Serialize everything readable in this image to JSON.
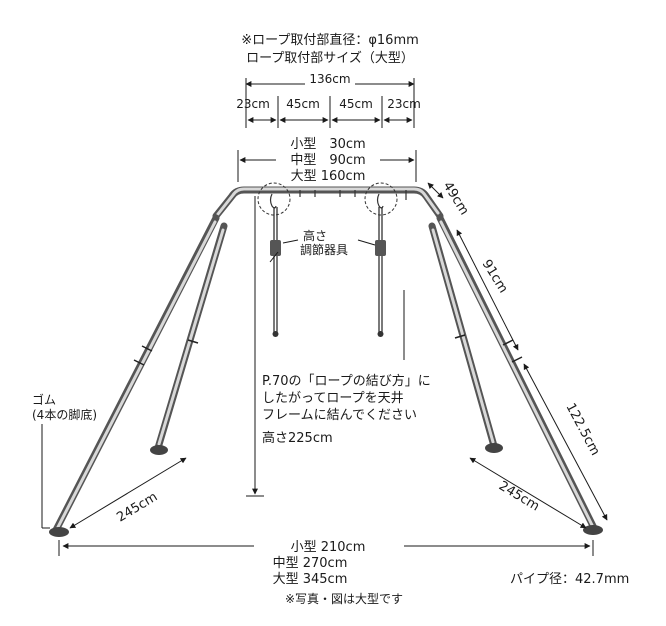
{
  "header": {
    "rope_diameter": "※ロープ取付部直径：φ16mm",
    "rope_size": "ロープ取付部サイズ（大型）"
  },
  "dimensions": {
    "total_attach_width": "136cm",
    "seg_outer_left": "23cm",
    "seg_inner_left": "45cm",
    "seg_inner_right": "45cm",
    "seg_outer_right": "23cm",
    "top_small": "小型　30cm",
    "top_medium": "中型　90cm",
    "top_large": "大型 160cm",
    "corner_height": "49cm",
    "leg_upper": "91cm",
    "leg_lower": "122.5cm",
    "foot_left": "245cm",
    "foot_right": "245cm",
    "base_small": "小型 210cm",
    "base_medium": "中型 270cm",
    "base_large": "大型 345cm",
    "total_height": "高さ225cm"
  },
  "labels": {
    "adjuster_line1": "高さ",
    "adjuster_line2": "調節器具",
    "instruction_line1": "P.70の「ロープの結び方」に",
    "instruction_line2": "したがってロープを天井",
    "instruction_line3": "フレームに結んでください",
    "rubber": "ゴム",
    "rubber_note": "(4本の脚底)",
    "pipe_diameter": "パイプ径：42.7mm",
    "footnote": "※写真・図は大型です"
  }
}
